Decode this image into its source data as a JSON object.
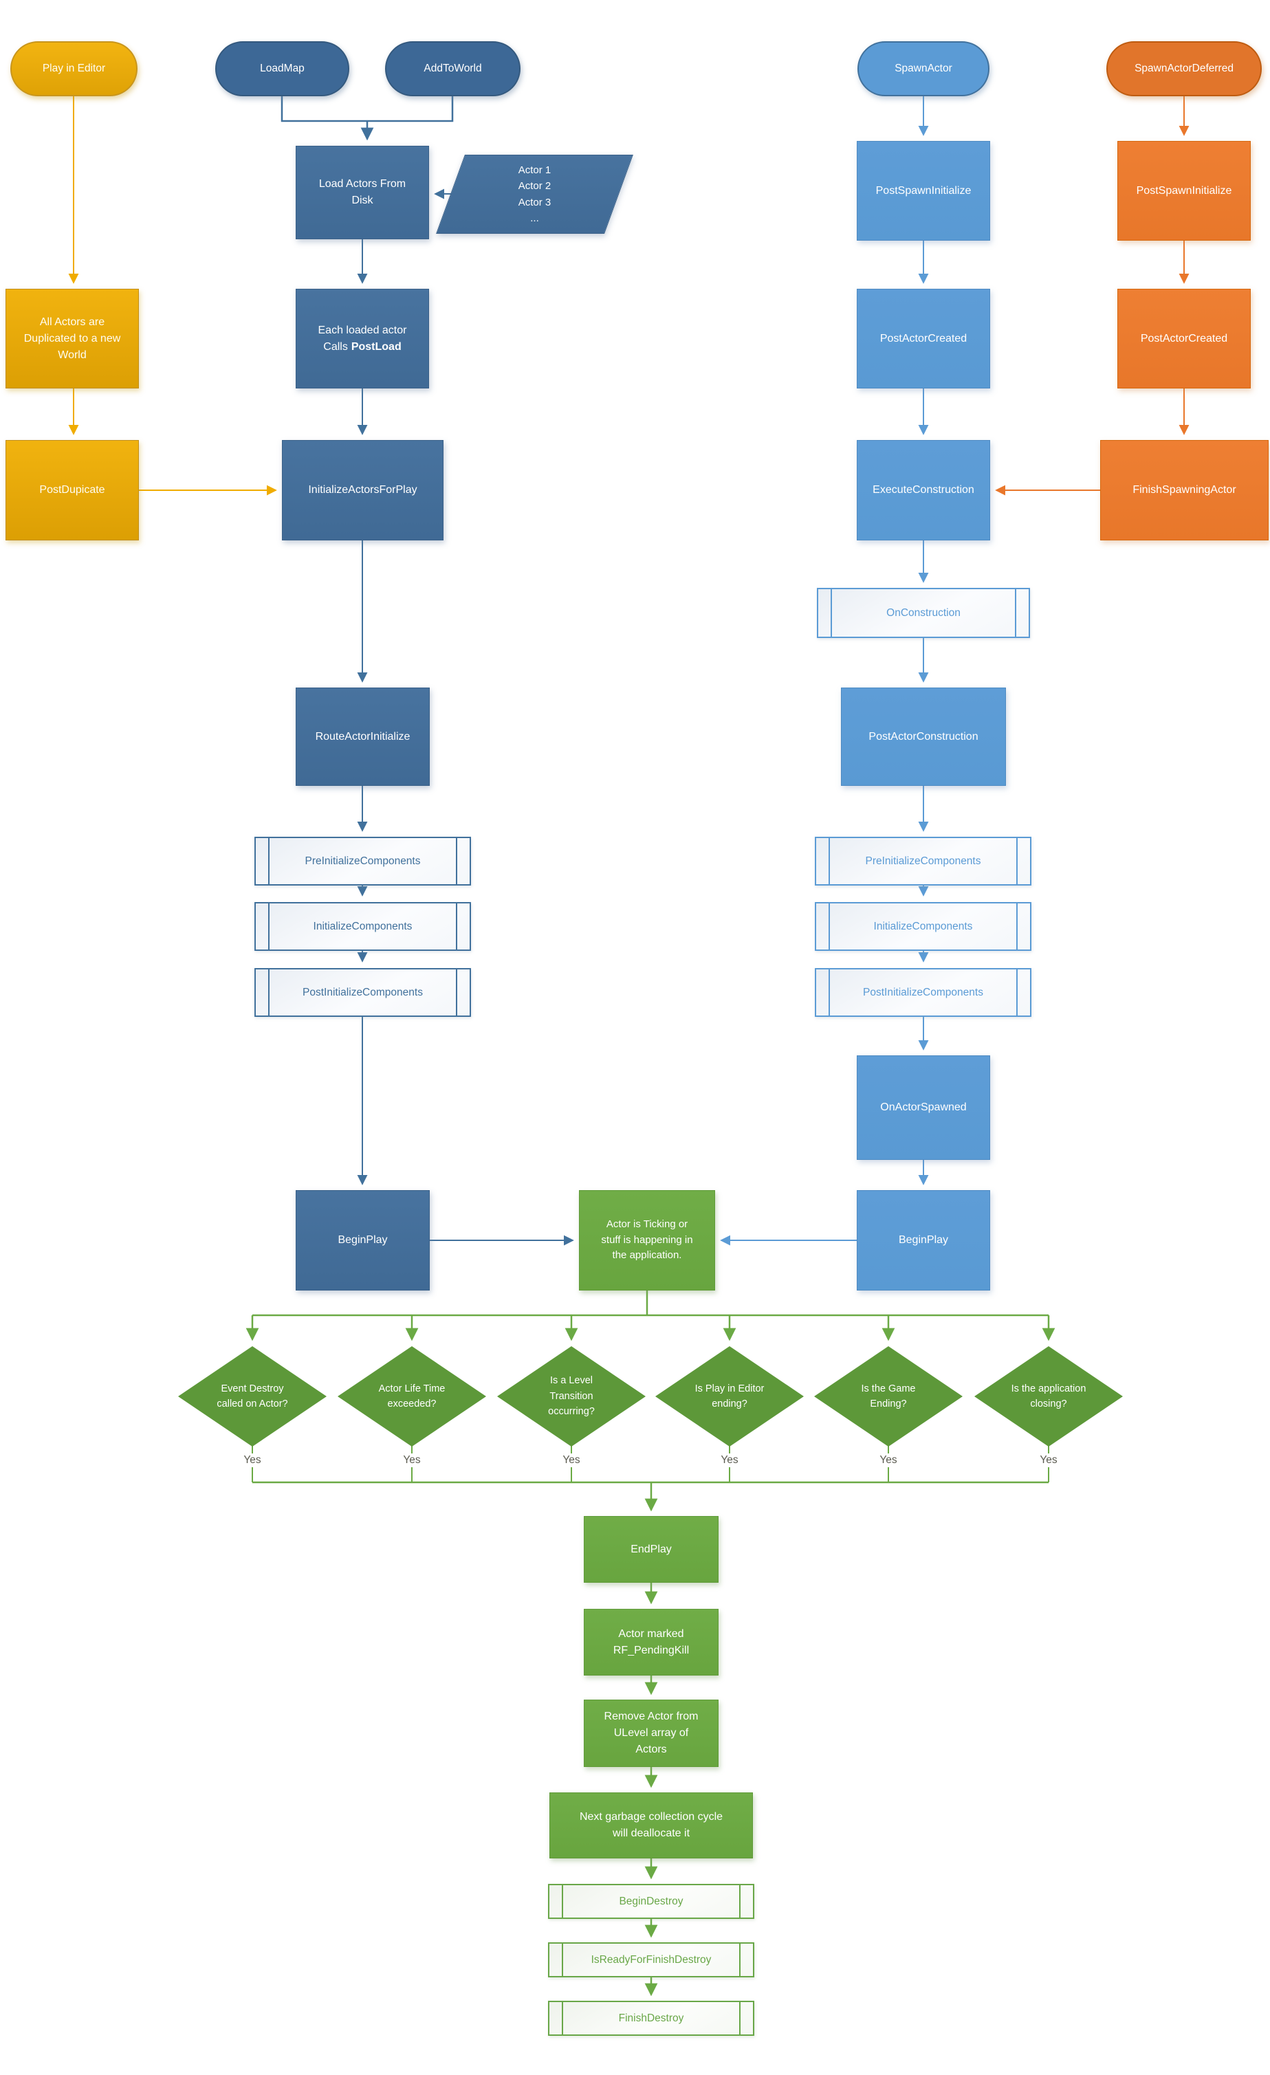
{
  "nodes": {
    "play_in_editor": {
      "label": "Play in Editor"
    },
    "load_map": {
      "label": "LoadMap"
    },
    "add_to_world": {
      "label": "AddToWorld"
    },
    "spawn_actor": {
      "label": "SpawnActor"
    },
    "spawn_actor_deferred": {
      "label": "SpawnActorDeferred"
    },
    "load_actors_from_disk": {
      "label": "Load Actors From\nDisk"
    },
    "actor_list": {
      "label": "Actor 1\nActor 2\nActor 3\n..."
    },
    "all_actors_duplicated": {
      "label": "All Actors are\nDuplicated to a new\nWorld"
    },
    "each_loaded_actor": {
      "line1": "Each loaded actor",
      "line2_prefix": "Calls",
      "line2_bold": "PostLoad"
    },
    "post_dupicate": {
      "label": "PostDupicate"
    },
    "initialize_actors_for_play": {
      "label": "InitializeActorsForPlay"
    },
    "route_actor_initialize": {
      "label": "RouteActorInitialize"
    },
    "post_spawn_initialize_spawn": {
      "label": "PostSpawnInitialize"
    },
    "post_spawn_initialize_deferred": {
      "label": "PostSpawnInitialize"
    },
    "post_actor_created_spawn": {
      "label": "PostActorCreated"
    },
    "post_actor_created_deferred": {
      "label": "PostActorCreated"
    },
    "execute_construction": {
      "label": "ExecuteConstruction"
    },
    "finish_spawning_actor": {
      "label": "FinishSpawningActor"
    },
    "on_construction": {
      "label": "OnConstruction"
    },
    "post_actor_construction": {
      "label": "PostActorConstruction"
    },
    "pre_initialize_components_left": {
      "label": "PreInitializeComponents"
    },
    "initialize_components_left": {
      "label": "InitializeComponents"
    },
    "post_initialize_components_left": {
      "label": "PostInitializeComponents"
    },
    "pre_initialize_components_right": {
      "label": "PreInitializeComponents"
    },
    "initialize_components_right": {
      "label": "InitializeComponents"
    },
    "post_initialize_components_right": {
      "label": "PostInitializeComponents"
    },
    "on_actor_spawned": {
      "label": "OnActorSpawned"
    },
    "begin_play_left": {
      "label": "BeginPlay"
    },
    "begin_play_right": {
      "label": "BeginPlay"
    },
    "actor_ticking": {
      "label": "Actor is Ticking or\nstuff is happening in\nthe application."
    },
    "end_play": {
      "label": "EndPlay"
    },
    "actor_marked_pending_kill": {
      "label": "Actor marked\nRF_PendingKill"
    },
    "remove_actor_from_ulevel": {
      "label": "Remove Actor from\nULevel array of\nActors"
    },
    "garbage_collection": {
      "label": "Next garbage collection cycle\nwill deallocate it"
    },
    "begin_destroy": {
      "label": "BeginDestroy"
    },
    "is_ready_for_finish_destroy": {
      "label": "IsReadyForFinishDestroy"
    },
    "finish_destroy": {
      "label": "FinishDestroy"
    }
  },
  "decisions": [
    {
      "question": "Event Destroy\ncalled on Actor?",
      "yes": "Yes"
    },
    {
      "question": "Actor Life Time\nexceeded?",
      "yes": "Yes"
    },
    {
      "question": "Is a Level\nTransition\noccurring?",
      "yes": "Yes"
    },
    {
      "question": "Is Play in Editor\nending?",
      "yes": "Yes"
    },
    {
      "question": "Is the Game\nEnding?",
      "yes": "Yes"
    },
    {
      "question": "Is the application\nclosing?",
      "yes": "Yes"
    }
  ],
  "colors": {
    "gold": "#E9A90B",
    "dark_blue": "#44709D",
    "light_blue": "#5B9BD5",
    "orange": "#EC7D33",
    "green": "#6DAB45",
    "green_diamond": "#5D9839",
    "wire_gold": "#F0AC00",
    "wire_dark_blue": "#41719C",
    "wire_light_blue": "#5B9BD5",
    "wire_orange": "#E9772B",
    "wire_green": "#6BAA45"
  }
}
